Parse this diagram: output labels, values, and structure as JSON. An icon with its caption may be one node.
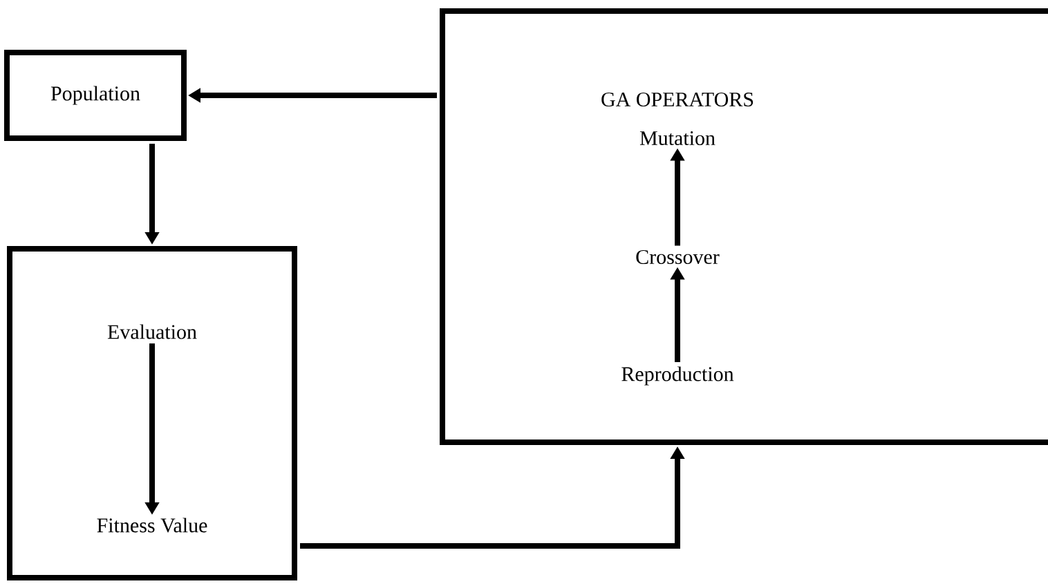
{
  "diagram": {
    "nodes": [
      {
        "text": [
          "Population"
        ]
      },
      {
        "text": [],
        "shape": "box"
      },
      {
        "text": [
          "Evaluation"
        ],
        "in": 1
      },
      {
        "text": [
          "Fitness Value"
        ],
        "in": 1
      },
      {
        "text": [
          "GA OPERATORS"
        ]
      },
      {
        "text": [
          "Mutation"
        ],
        "in": 4
      },
      {
        "text": [
          "Crossover"
        ],
        "in": 4
      },
      {
        "text": [
          "Reproduction"
        ],
        "in": 4
      }
    ],
    "edges": [
      {
        "from": 4,
        "to": 0,
        "arrow": "to"
      },
      {
        "from": 0,
        "to": 1,
        "arrow": "to"
      },
      {
        "from": 2,
        "to": 3,
        "arrow": "to"
      },
      {
        "from": 1,
        "to": 4,
        "arrow": "to"
      },
      {
        "from": 7,
        "to": 6,
        "arrow": "to"
      },
      {
        "from": 6,
        "to": 5,
        "arrow": "to"
      }
    ]
  }
}
